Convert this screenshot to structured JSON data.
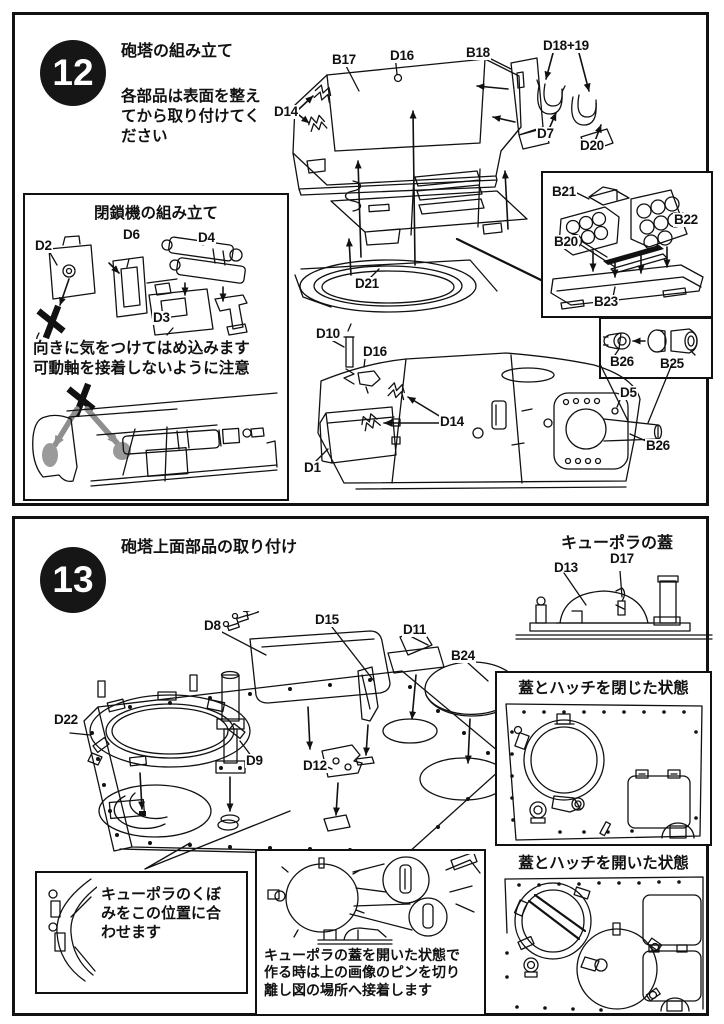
{
  "page": {
    "background": "#ffffff",
    "ink": "#111111"
  },
  "step12": {
    "number": "12",
    "title": "砲塔の組み立て",
    "note": "各部品は表面を整え\nてから取り付けてく\nださい",
    "labels": {
      "b17": "B17",
      "d16": "D16",
      "b18": "B18",
      "d18_19": "D18+19",
      "d14": "D14",
      "d7": "D7",
      "d20": "D20",
      "d21": "D21"
    },
    "breech_box": {
      "title": "閉鎖機の組み立て",
      "labels": {
        "d2": "D2",
        "d6": "D6",
        "d4": "D4",
        "d3": "D3"
      },
      "caution": "向きに気をつけてはめ込みます\n可動軸を接着しないように注意"
    },
    "smoke_box": {
      "labels": {
        "b21": "B21",
        "b22": "B22",
        "b20": "B20",
        "b23": "B23"
      }
    },
    "muzzle_box": {
      "labels": {
        "b26": "B26",
        "b25": "B25"
      }
    },
    "rear": {
      "labels": {
        "d10": "D10",
        "d16": "D16",
        "d14": "D14",
        "d1": "D1",
        "d5": "D5",
        "b26": "B26"
      }
    }
  },
  "step13": {
    "number": "13",
    "title": "砲塔上面部品の取り付け",
    "cupola_fig": {
      "title": "キューポラの蓋",
      "labels": {
        "d13": "D13",
        "d17": "D17"
      }
    },
    "labels": {
      "d8": "D8",
      "d15": "D15",
      "d11": "D11",
      "b24": "B24",
      "d22": "D22",
      "d9": "D9",
      "d12": "D12"
    },
    "callout": {
      "text": "キューポラのくぼ\nみをこの位置に合\nわせます"
    },
    "pins_box": {
      "note": "キューポラの蓋を開いた状態で\n作る時は上の画像のピンを切り\n離し図の場所へ接着します"
    },
    "closed_state": {
      "title": "蓋とハッチを閉じた状態"
    },
    "open_state": {
      "title": "蓋とハッチを開いた状態"
    }
  }
}
